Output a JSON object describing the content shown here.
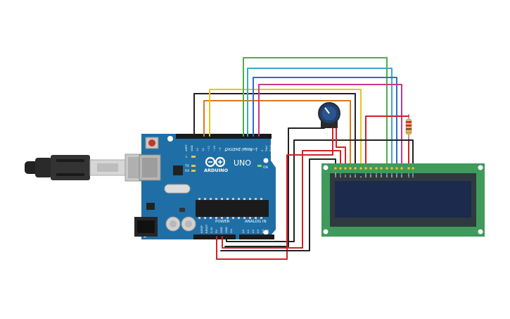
{
  "board": {
    "brand": "ARDUINO",
    "model": "UNO",
    "digital_label": "DIGITAL (PWM~)",
    "power_label": "POWER",
    "analog_label": "ANALOG IN",
    "on_label": "ON",
    "l_label": "L",
    "tx_label": "TX",
    "rx_label": "RX",
    "aref": "AREF",
    "gnd": "GND",
    "digital_pins": [
      "13",
      "12",
      "~11",
      "~10",
      "~9",
      "8",
      "7",
      "~6",
      "~5",
      "4",
      "~3",
      "2",
      "TX▸1",
      "RX◂0"
    ],
    "power_pins": [
      "IOREF",
      "RESET",
      "3.3V",
      "5V",
      "GND",
      "GND",
      "Vin"
    ],
    "analog_pins": [
      "A0",
      "A1",
      "A2",
      "A3",
      "A4",
      "A5"
    ]
  },
  "lcd": {
    "pins": [
      "GND",
      "VCC",
      "V0",
      "RS",
      "RW",
      "E",
      "DB0",
      "DB1",
      "DB2",
      "DB3",
      "DB4",
      "DB5",
      "DB6",
      "DB7",
      "LED",
      "LED"
    ]
  },
  "colors": {
    "board": "#1f6fa6",
    "lcd_pcb": "#3f9a5b",
    "lcd_screen": "#1c2a4e",
    "wire_red": "#d32027",
    "wire_black": "#222222",
    "wire_orange": "#e07a12",
    "wire_yellow": "#e8c51a",
    "wire_green": "#4fae49",
    "wire_cyan": "#3aa9c9",
    "wire_blue": "#2e6fc1",
    "wire_magenta": "#c6388f"
  }
}
